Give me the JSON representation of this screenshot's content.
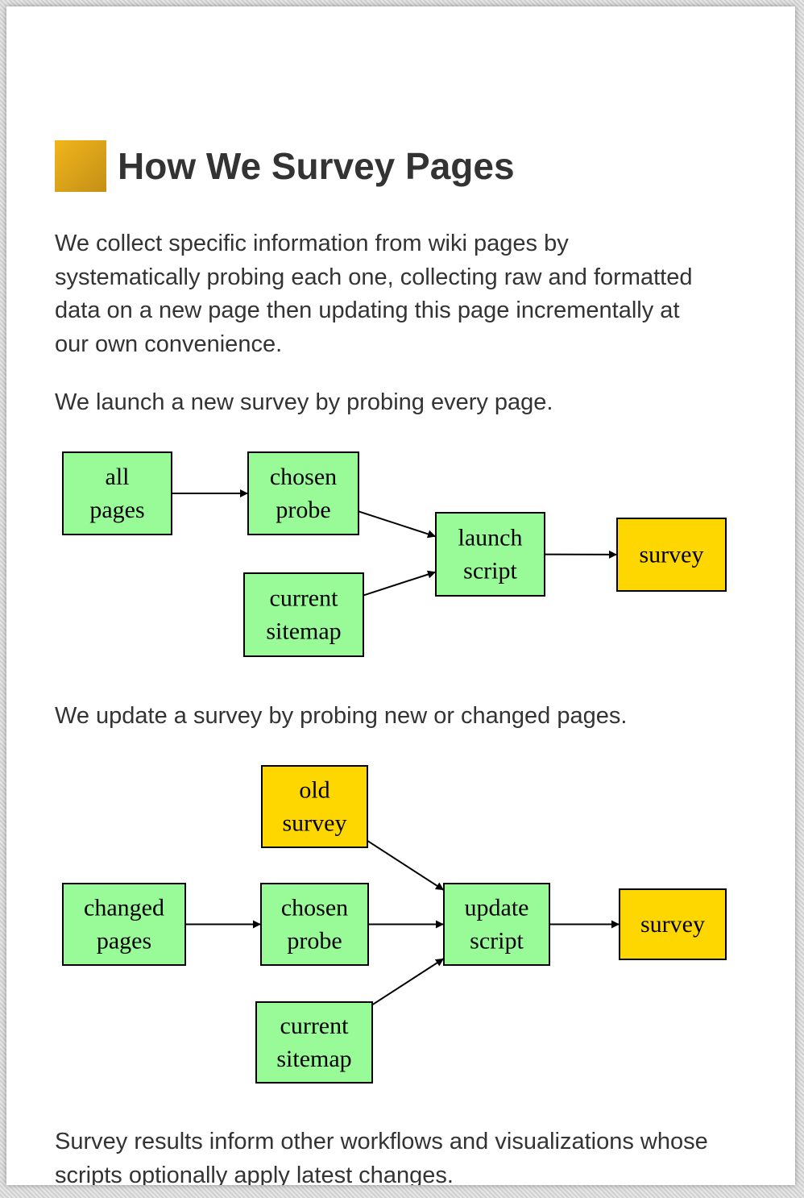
{
  "title": "How We Survey Pages",
  "paragraphs": {
    "intro": "We collect specific information from wiki pages by systematically probing each one, collecting raw and formatted data on a new page then updating this page incrementally at our own convenience.",
    "launch": "We launch a new survey by probing every page.",
    "update": "We update a survey by probing new or changed pages.",
    "results": "Survey results inform other workflows and visualizations whose scripts optionally apply latest changes."
  },
  "colors": {
    "process_fill": "#98fb98",
    "output_fill": "#ffd700",
    "stroke": "#000000",
    "title_icon": "#e6a817"
  },
  "diagrams": {
    "launch": {
      "nodes": {
        "all_pages": [
          "all",
          "pages"
        ],
        "chosen_probe": [
          "chosen",
          "probe"
        ],
        "current_sitemap": [
          "current",
          "sitemap"
        ],
        "launch_script": [
          "launch",
          "script"
        ],
        "survey": [
          "survey"
        ]
      },
      "edges": [
        [
          "all_pages",
          "chosen_probe"
        ],
        [
          "chosen_probe",
          "launch_script"
        ],
        [
          "current_sitemap",
          "launch_script"
        ],
        [
          "launch_script",
          "survey"
        ]
      ]
    },
    "update": {
      "nodes": {
        "old_survey": [
          "old",
          "survey"
        ],
        "changed_pages": [
          "changed",
          "pages"
        ],
        "chosen_probe": [
          "chosen",
          "probe"
        ],
        "current_sitemap": [
          "current",
          "sitemap"
        ],
        "update_script": [
          "update",
          "script"
        ],
        "survey": [
          "survey"
        ]
      },
      "edges": [
        [
          "changed_pages",
          "chosen_probe"
        ],
        [
          "chosen_probe",
          "update_script"
        ],
        [
          "old_survey",
          "update_script"
        ],
        [
          "current_sitemap",
          "update_script"
        ],
        [
          "update_script",
          "survey"
        ]
      ]
    }
  }
}
